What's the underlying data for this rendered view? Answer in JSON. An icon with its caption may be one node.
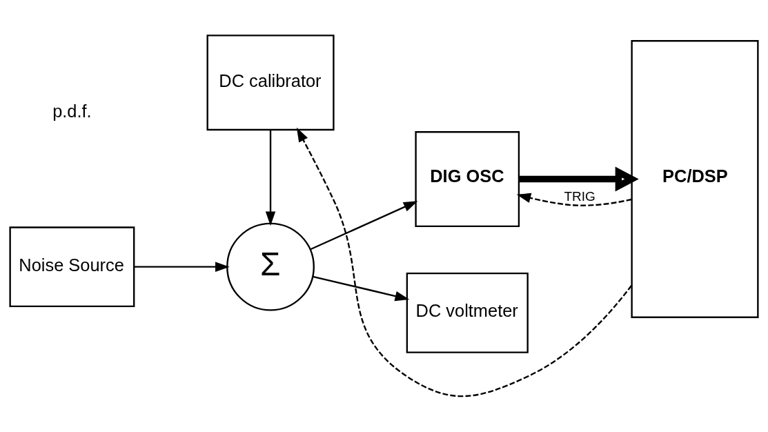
{
  "diagram": {
    "nodes": [
      {
        "text": [
          "Noise Source"
        ]
      },
      {
        "text": [
          "Σ"
        ]
      },
      {
        "text": [
          "DC calibrator"
        ]
      },
      {
        "text": [
          "DIG OSC"
        ]
      },
      {
        "text": [
          "DC voltmeter"
        ]
      },
      {
        "text": [
          "PC/DSP"
        ]
      }
    ],
    "edges": [
      {
        "from": 0,
        "to": 1,
        "arrow": "to"
      },
      {
        "from": 2,
        "to": 1,
        "arrow": "to"
      },
      {
        "from": 1,
        "to": 3,
        "arrow": "to"
      },
      {
        "from": 1,
        "to": 4,
        "arrow": "to"
      },
      {
        "from": 3,
        "to": 5,
        "arrow": "to",
        "style": "thick"
      },
      {
        "from": 5,
        "to": 3,
        "arrow": "to",
        "style": "dashed",
        "label": "TRIG"
      },
      {
        "from": 5,
        "to": 2,
        "arrow": "to",
        "style": "dashed"
      }
    ],
    "labels": [
      "p.d.f."
    ]
  }
}
